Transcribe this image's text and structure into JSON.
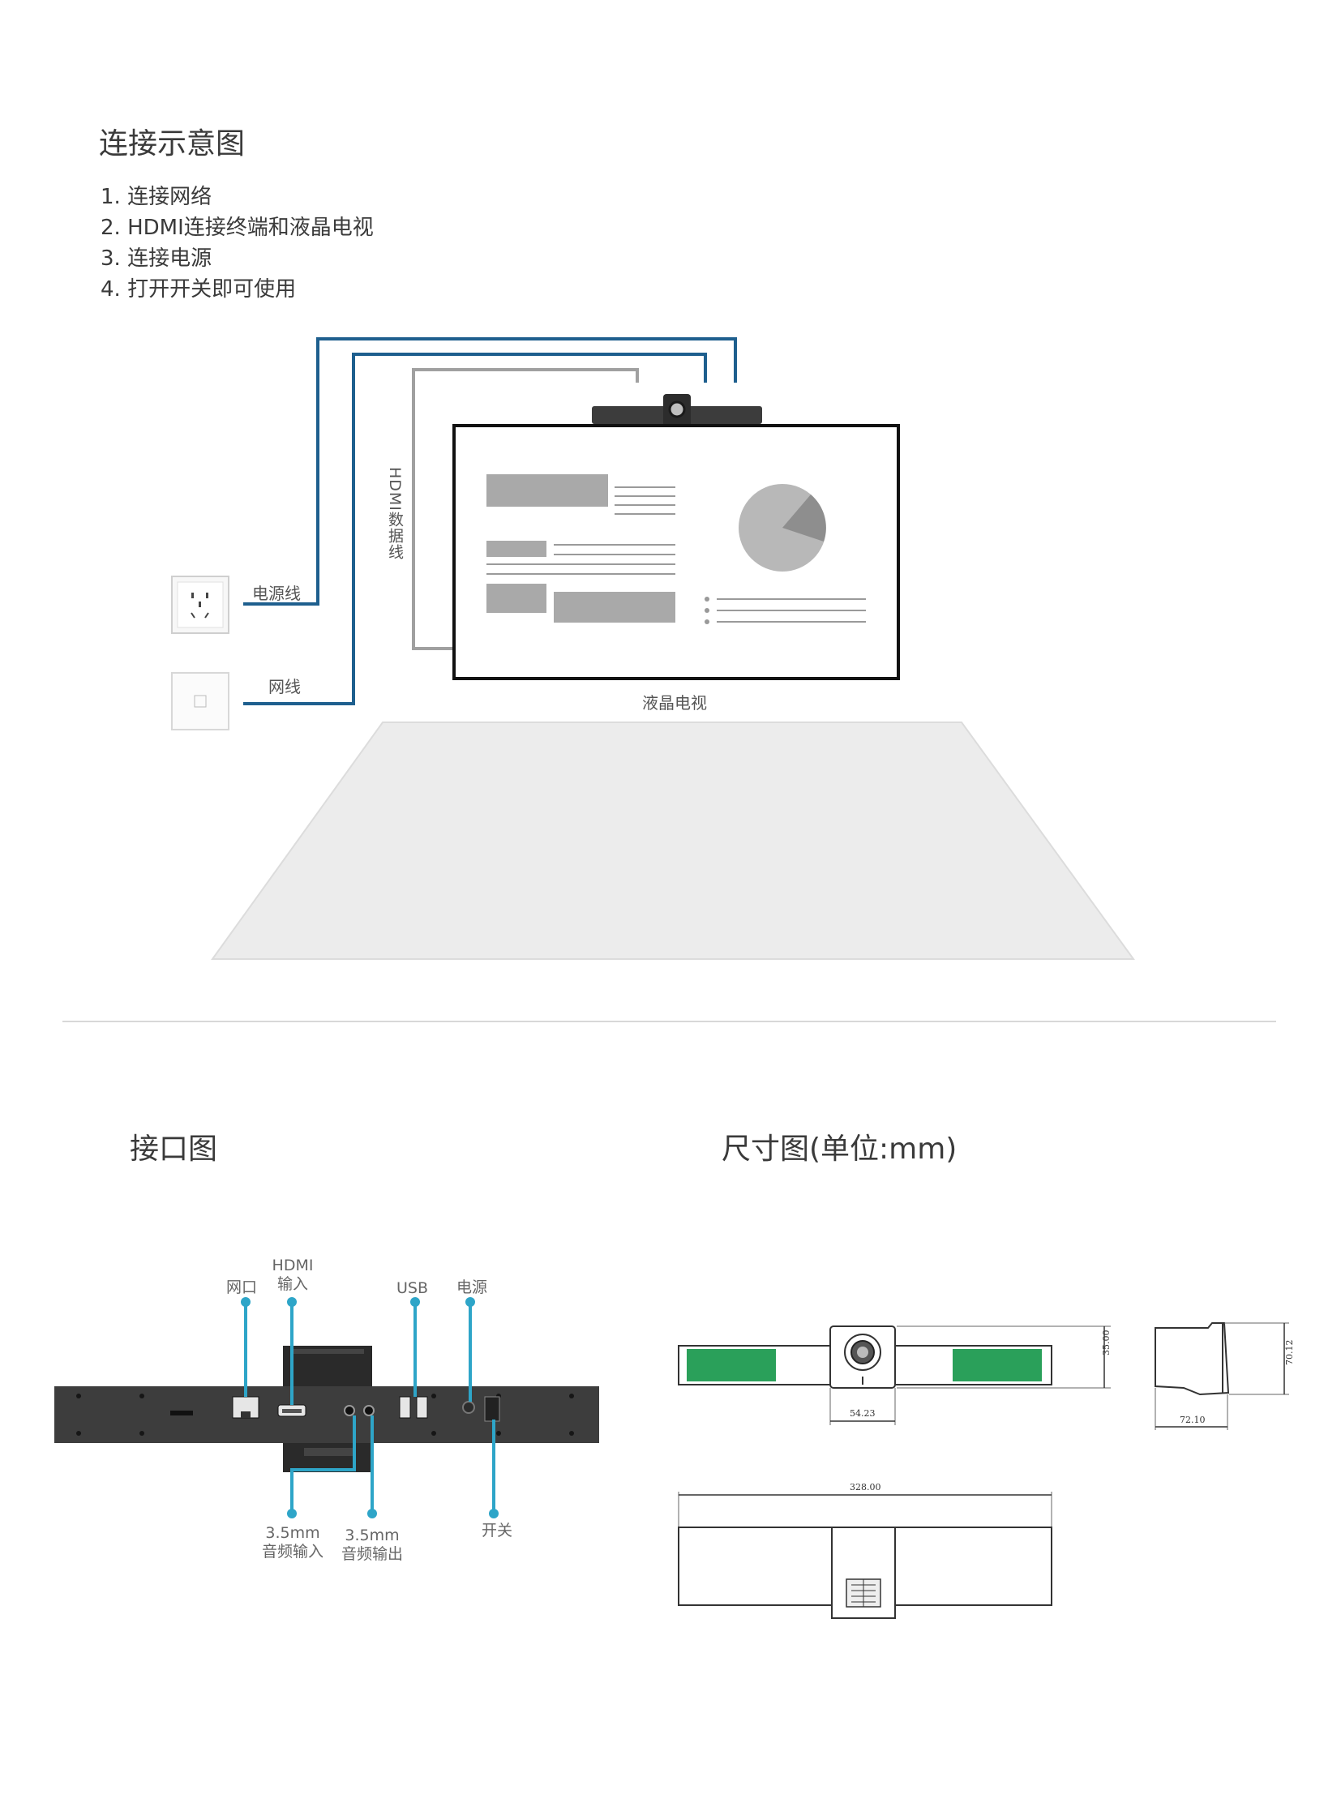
{
  "section1": {
    "title": "连接示意图",
    "steps": [
      "1. 连接网络",
      "2. HDMI连接终端和液晶电视",
      "3. 连接电源",
      "4. 打开开关即可使用"
    ]
  },
  "diagram": {
    "power_cable_label": "电源线",
    "network_cable_label": "网线",
    "hdmi_cable_label": "HDMI数据线",
    "tv_label": "液晶电视",
    "colors": {
      "blue_cable": "#1e5f8e",
      "gray_cable": "#a0a0a0",
      "floor": "#ececec",
      "port_callout": "#2ea5c8",
      "grille": "#2aa05a"
    }
  },
  "section2": {
    "interface_title": "接口图",
    "dimension_title": "尺寸图(单位:mm)",
    "ports": {
      "network": "网口",
      "hdmi_line1": "HDMI",
      "hdmi_line2": "输入",
      "usb": "USB",
      "power": "电源",
      "audio_in_line1": "3.5mm",
      "audio_in_line2": "音频输入",
      "audio_out_line1": "3.5mm",
      "audio_out_line2": "音频输出",
      "switch": "开关"
    },
    "dimensions": {
      "height": "35.00",
      "camera_width": "54.23",
      "side_height": "70.12",
      "depth": "72.10",
      "total_width": "328.00"
    }
  }
}
